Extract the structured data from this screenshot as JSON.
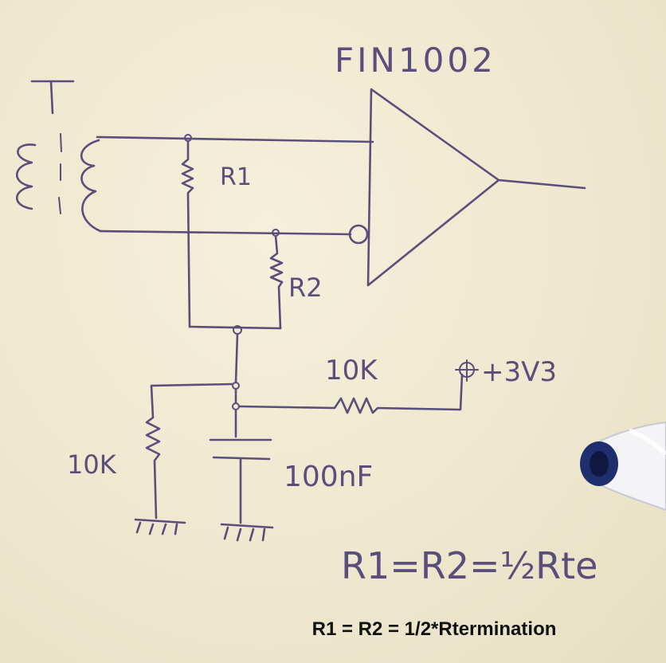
{
  "labels": {
    "chip": "FIN1002",
    "transformer": "T",
    "r1": "R1",
    "r2": "R2",
    "bias_resistor_top": "10K",
    "bias_resistor_left": "10K",
    "capacitor": "100nF",
    "supply": "+3V3",
    "equation": "R1=R2=½Rte"
  },
  "caption": "R1 = R2 = 1/2*Rtermination",
  "colors": {
    "ink": "#5a4f7a",
    "paper": "#efe9d2",
    "caption": "#111111",
    "pen_cap": "#1f2f6e"
  },
  "objects": {
    "pen": "pen-icon"
  }
}
